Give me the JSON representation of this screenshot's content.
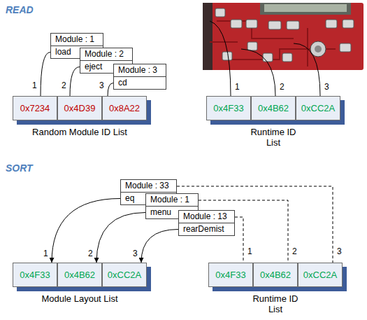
{
  "diagram": {
    "nodes": [
      {
        "text": [
          "Module : 1",
          "load"
        ]
      },
      {
        "text": [
          "Module : 2",
          "eject"
        ]
      },
      {
        "text": [
          "Module : 3",
          "cd"
        ]
      },
      {
        "text": [
          "Random Module ID List"
        ]
      },
      {
        "text": [
          "0x7234"
        ],
        "in": 3
      },
      {
        "text": [
          "0x4D39"
        ],
        "in": 3
      },
      {
        "text": [
          "0x8A22"
        ],
        "in": 3
      },
      {
        "text": [
          "Runtime ID List"
        ]
      },
      {
        "text": [
          "0x4F33"
        ],
        "in": 7
      },
      {
        "text": [
          "0x4B62"
        ],
        "in": 7
      },
      {
        "text": [
          "0xCC2A"
        ],
        "in": 7
      },
      {
        "text": [
          "Module : 33",
          "eq"
        ]
      },
      {
        "text": [
          "Module : 1",
          "menu"
        ]
      },
      {
        "text": [
          "Module : 13",
          "rearDemist"
        ]
      },
      {
        "text": [
          "Module Layout List"
        ]
      },
      {
        "text": [
          "0x4F33"
        ],
        "in": 14
      },
      {
        "text": [
          "0x4B62"
        ],
        "in": 14
      },
      {
        "text": [
          "0xCC2A"
        ],
        "in": 14
      },
      {
        "text": [
          "Runtime ID List"
        ]
      },
      {
        "text": [
          "0x4F33"
        ],
        "in": 18
      },
      {
        "text": [
          "0x4B62"
        ],
        "in": 18
      },
      {
        "text": [
          "0xCC2A"
        ],
        "in": 18
      }
    ],
    "edges": [
      {
        "from": 0,
        "to": 4,
        "arrow": "none"
      },
      {
        "from": 1,
        "to": 5,
        "arrow": "none"
      },
      {
        "from": 2,
        "to": 6,
        "arrow": "none"
      },
      {
        "from": 11,
        "to": 15,
        "arrow": "to"
      },
      {
        "from": 12,
        "to": 16,
        "arrow": "to"
      },
      {
        "from": 13,
        "to": 17,
        "arrow": "to"
      },
      {
        "from": 11,
        "to": 21,
        "arrow": "none"
      },
      {
        "from": 12,
        "to": 20,
        "arrow": "none"
      },
      {
        "from": 13,
        "to": 19,
        "arrow": "none"
      }
    ],
    "labels": [
      "READ",
      "1",
      "2",
      "3",
      "1",
      "2",
      "3",
      "SORT",
      "1",
      "2",
      "3",
      "1",
      "2",
      "3"
    ]
  }
}
